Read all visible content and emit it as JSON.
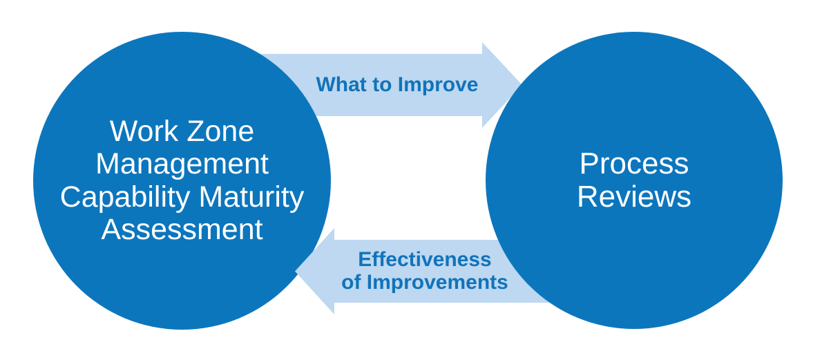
{
  "colors": {
    "background": "#FFFFFF",
    "circle_fill": "#0C76BD",
    "circle_text": "#FFFFFF",
    "arrow_fill": "#BDD8F0",
    "arrow_text": "#1173BA"
  },
  "diagram": {
    "left_circle": {
      "label_lines": [
        "Work Zone",
        "Management",
        "Capability Maturity",
        "Assessment"
      ]
    },
    "right_circle": {
      "label_lines": [
        "Process",
        "Reviews"
      ]
    },
    "top_arrow": {
      "direction": "right",
      "label": "What to Improve"
    },
    "bottom_arrow": {
      "direction": "left",
      "label_lines": [
        "Effectiveness",
        "of Improvements"
      ]
    }
  }
}
